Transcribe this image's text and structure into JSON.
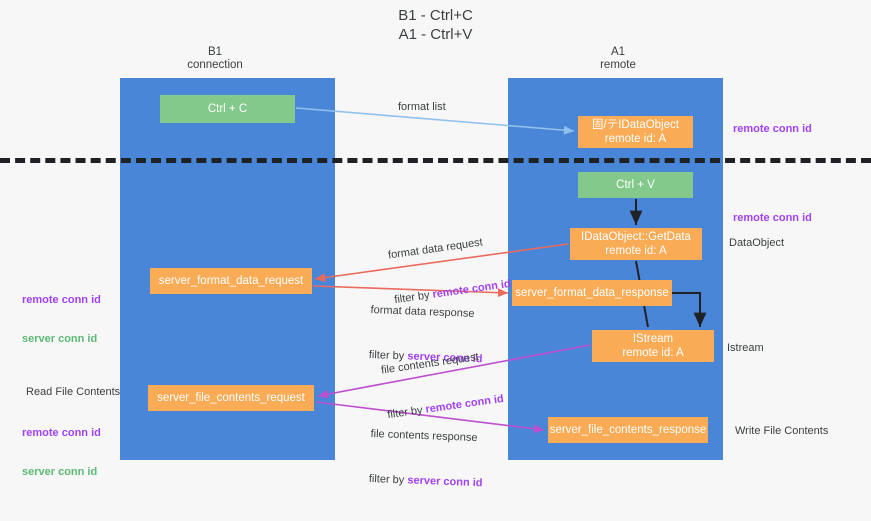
{
  "title": "B1 - Ctrl+C\nA1 - Ctrl+V",
  "columns": {
    "left": "B1\nconnection",
    "right": "A1\nremote"
  },
  "nodes": {
    "ctrl_c": "Ctrl + C",
    "idataobject": "固/テIDataObject\nremote id: A",
    "ctrl_v": "Ctrl + V",
    "getdata": "IDataObject::GetData\nremote id: A",
    "server_format_data_request": "server_format_data_request",
    "server_format_data_response": "server_format_data_response",
    "istream": "IStream\nremote id: A",
    "server_file_contents_request": "server_file_contents_request",
    "server_file_contents_response": "server_file_contents_response"
  },
  "edges": {
    "format_list": "format list",
    "format_data_request_line1": "format data request",
    "format_data_request_line2_prefix": "filter by ",
    "format_data_request_line2_key": "remote conn id",
    "format_data_response_line1": "format data response",
    "format_data_response_line2_prefix": "filter by ",
    "format_data_response_line2_key": "server conn id",
    "file_contents_request_line1": "file contents request",
    "file_contents_request_line2_prefix": "filter by ",
    "file_contents_request_line2_key": "remote conn id",
    "file_contents_response_line1": "file contents response",
    "file_contents_response_line2_prefix": "filter by ",
    "file_contents_response_line2_key": "server conn id"
  },
  "annotations": {
    "remote_conn_id_top": "remote conn id",
    "remote_conn_id_mid": "remote conn id",
    "dataobject": "DataObject",
    "istream": "Istream",
    "write_file_contents": "Write File Contents",
    "read_file_contents": "Read File Contents",
    "legend_remote": "remote conn id",
    "legend_server": "server conn id"
  },
  "colors": {
    "lane": "#4a86d8",
    "node_green": "#83c98b",
    "node_orange": "#f9ab56",
    "accent_purple": "#a142f4",
    "accent_green": "#5bb974",
    "arrow_blue": "#90c0ec",
    "arrow_red": "#ea6a5e",
    "arrow_magenta": "#c councils",
    "arrow_black": "#202124",
    "background": "#f7f7f7"
  }
}
